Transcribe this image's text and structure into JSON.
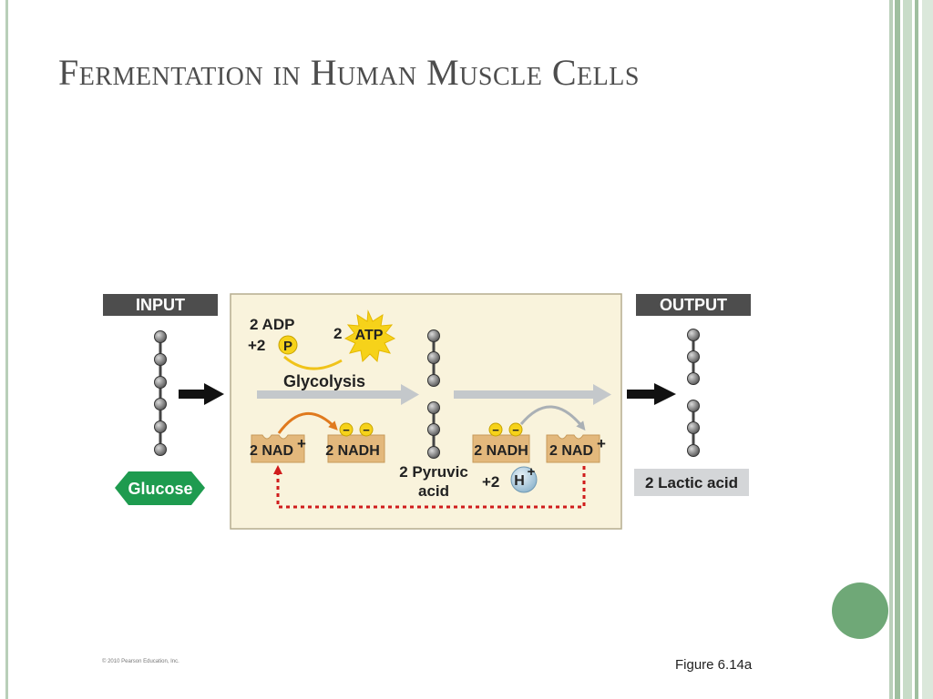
{
  "slide": {
    "title": "Fermentation in Human Muscle Cells",
    "copyright": "© 2010 Pearson Education, Inc.",
    "figure_label": "Figure 6.14a"
  },
  "diagram": {
    "input_label": "INPUT",
    "output_label": "OUTPUT",
    "glucose_label": "Glucose",
    "adp_label": "2 ADP",
    "phosphate_prefix": "+2",
    "phosphate_symbol": "P",
    "atp_prefix": "2",
    "atp_label": "ATP",
    "glycolysis_label": "Glycolysis",
    "nad_left_label": "2 NAD",
    "nadh_left_label": "2 NADH",
    "pyruvic_line1": "2 Pyruvic",
    "pyruvic_line2": "acid",
    "nadh_right_label": "2 NADH",
    "nad_right_label": "2 NAD",
    "plus_sign": "+",
    "minus_sign": "−",
    "hydrogen_prefix": "+2",
    "hydrogen_symbol": "H",
    "lactic_label": "2 Lactic acid"
  },
  "colors": {
    "accent_green": "#6fa877",
    "glucose_green": "#1e9b4f",
    "panel_fill": "#f9f3dc",
    "label_dark": "#4d4d4d",
    "nad_box": "#e3b87c",
    "atp_yellow": "#f6d21a",
    "red_dotted": "#d01c1c"
  }
}
